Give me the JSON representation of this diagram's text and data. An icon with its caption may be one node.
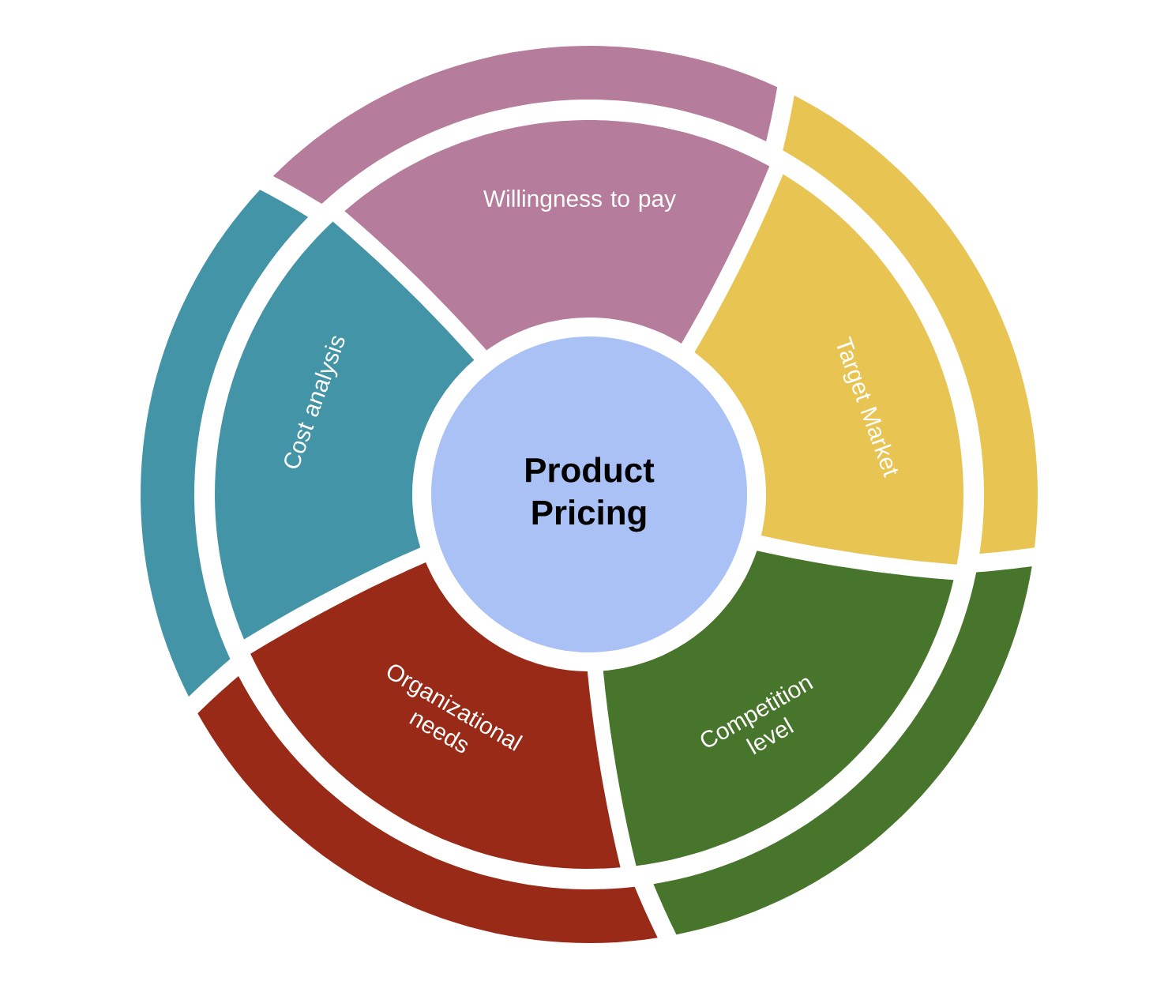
{
  "diagram": {
    "nodes": [
      {
        "text": [
          "Product Pricing"
        ]
      },
      {
        "text": [
          "Willingness to pay"
        ]
      },
      {
        "text": [
          "Target Market"
        ]
      },
      {
        "text": [
          "Competition level"
        ]
      },
      {
        "text": [
          "Organizational needs"
        ]
      },
      {
        "text": [
          "Cost analysis"
        ]
      },
      {
        "text": [],
        "shape": "band"
      },
      {
        "text": [],
        "shape": "band"
      },
      {
        "text": [],
        "shape": "band"
      },
      {
        "text": [],
        "shape": "band"
      },
      {
        "text": [],
        "shape": "band"
      }
    ]
  }
}
